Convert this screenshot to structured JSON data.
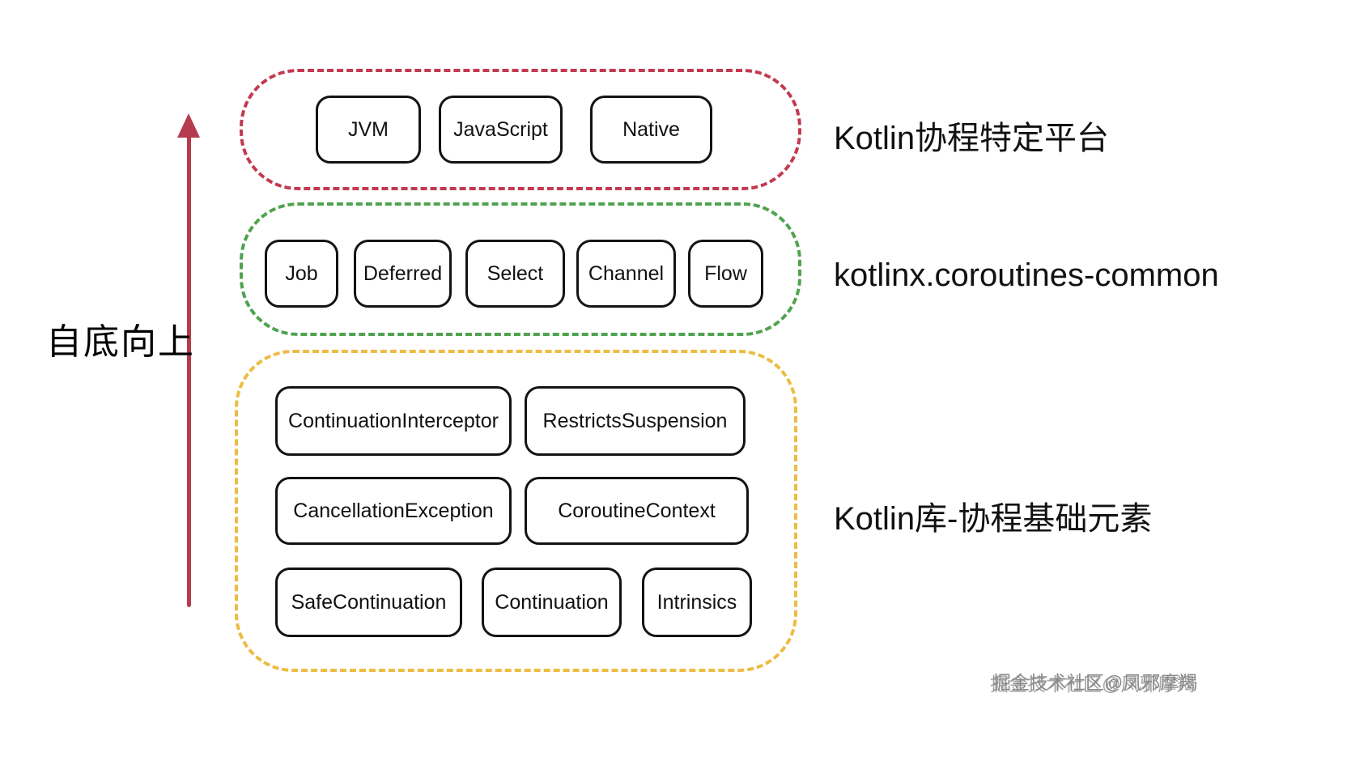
{
  "arrow": {
    "label": "自底向上",
    "color": "#b53c4e"
  },
  "layers": [
    {
      "id": "platform",
      "border_color": "#c23a50",
      "label": "Kotlin协程特定平台",
      "boxes": [
        "JVM",
        "JavaScript",
        "Native"
      ]
    },
    {
      "id": "common",
      "border_color": "#4fa34f",
      "label": "kotlinx.coroutines-common",
      "boxes": [
        "Job",
        "Deferred",
        "Select",
        "Channel",
        "Flow"
      ]
    },
    {
      "id": "base",
      "border_color": "#edbc43",
      "label": "Kotlin库-协程基础元素",
      "rows": [
        [
          "ContinuationInterceptor",
          "RestrictsSuspension"
        ],
        [
          "CancellationException",
          "CoroutineContext"
        ],
        [
          "SafeContinuation",
          "Continuation",
          "Intrinsics"
        ]
      ]
    }
  ],
  "watermark": "掘金技术社区@凤邪摩羯"
}
